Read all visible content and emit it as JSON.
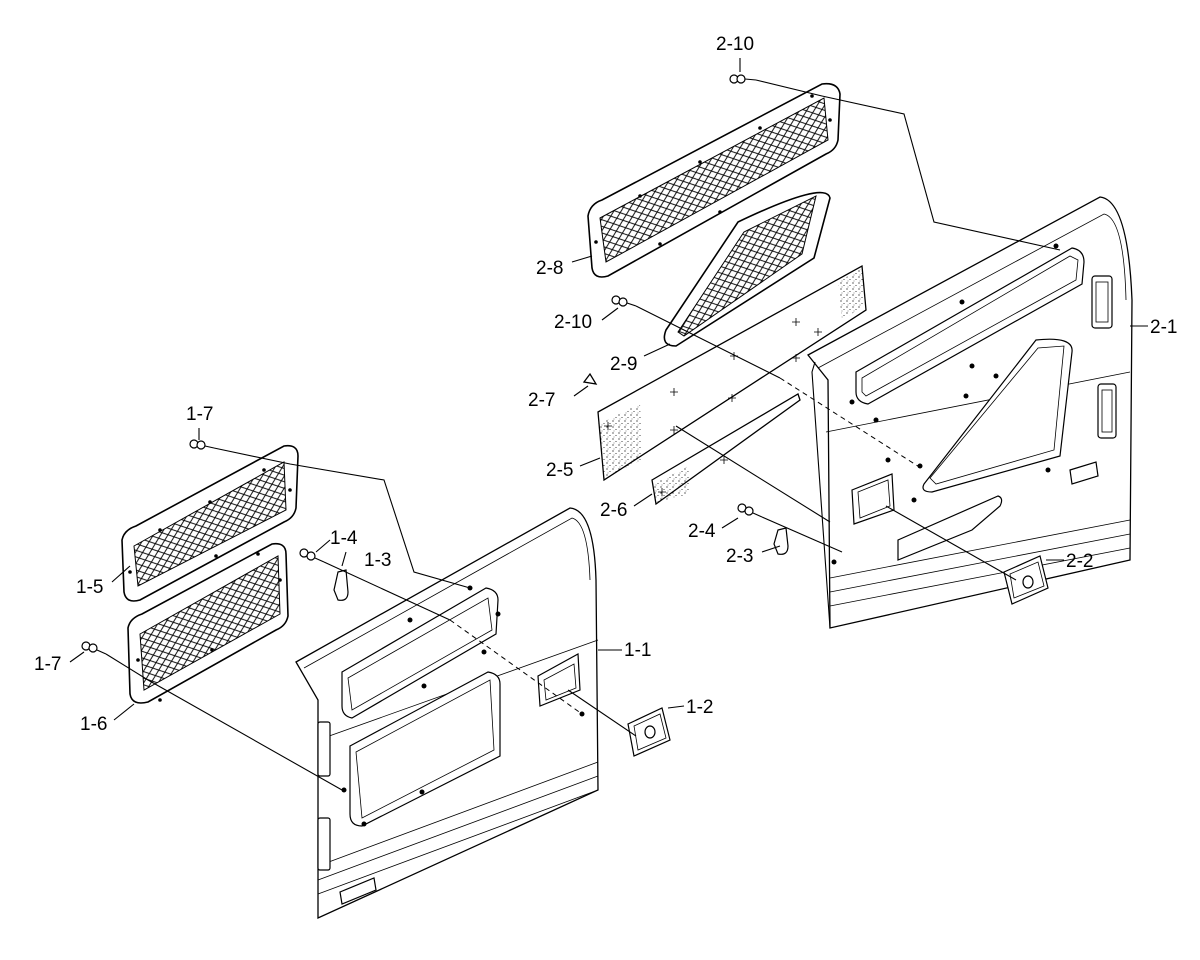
{
  "callouts": [
    {
      "id": "2-10-top",
      "text": "2-10"
    },
    {
      "id": "2-8",
      "text": "2-8"
    },
    {
      "id": "2-10-mid",
      "text": "2-10"
    },
    {
      "id": "2-9",
      "text": "2-9"
    },
    {
      "id": "2-7",
      "text": "2-7"
    },
    {
      "id": "2-5",
      "text": "2-5"
    },
    {
      "id": "2-6",
      "text": "2-6"
    },
    {
      "id": "2-4",
      "text": "2-4"
    },
    {
      "id": "2-3",
      "text": "2-3"
    },
    {
      "id": "2-2",
      "text": "2-2"
    },
    {
      "id": "2-1",
      "text": "2-1"
    },
    {
      "id": "1-7-top",
      "text": "1-7"
    },
    {
      "id": "1-4",
      "text": "1-4"
    },
    {
      "id": "1-3",
      "text": "1-3"
    },
    {
      "id": "1-5",
      "text": "1-5"
    },
    {
      "id": "1-7-mid",
      "text": "1-7"
    },
    {
      "id": "1-6",
      "text": "1-6"
    },
    {
      "id": "1-1",
      "text": "1-1"
    },
    {
      "id": "1-2",
      "text": "1-2"
    }
  ]
}
